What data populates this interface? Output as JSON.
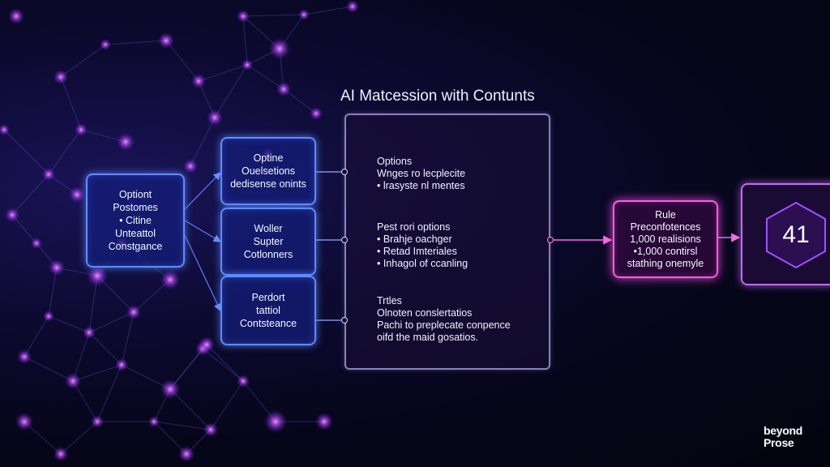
{
  "title": "AI Matcession with Contunts",
  "nodes": {
    "left": [
      "Optiont",
      "Postomes",
      "• Citine",
      "Unteattol",
      "Constgance"
    ],
    "mid1": [
      "Optine",
      "Ouelsetions",
      "dedisense onints"
    ],
    "mid2": [
      "Woller",
      "Supter",
      "Cotlonners"
    ],
    "mid3": [
      "Perdort",
      "tattiol",
      "Contsteance"
    ]
  },
  "panel": {
    "section1": [
      "Options",
      "Wnges ro lecplecite",
      "• lrasyste nl mentes"
    ],
    "section2": [
      "Pest rori options",
      "• Brahje oachger",
      "• Retad Imteriales",
      "• Inhagol of ccanling"
    ],
    "section3": [
      "Trtles",
      "Olnoten conslertatios",
      "Pachi to preplecate conpence",
      "oifd the maid gosatios."
    ]
  },
  "rule": [
    "Rule",
    "Preconfotences",
    "1,000 realisions",
    "•1,000 contirsl",
    "stathing onemyle"
  ],
  "result_value": "41",
  "logo": [
    "beyond",
    "Prose"
  ],
  "colors": {
    "blue_node": "#5f8cff",
    "pink_node": "#ff5ce4",
    "result_border": "#c06cf0",
    "panel_border": "#8f7fb8"
  }
}
